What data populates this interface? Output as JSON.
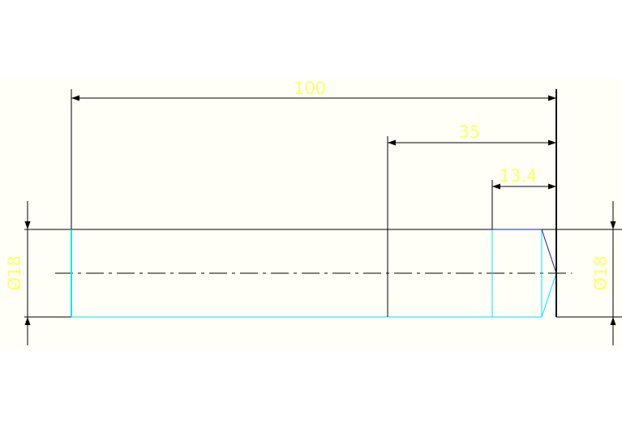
{
  "dimensions": {
    "overall_length": "100",
    "step_length": "35",
    "chamfer_length": "13.4",
    "diameter_left": "Ø18",
    "diameter_right": "Ø18"
  },
  "colors": {
    "background": "#ffffff",
    "drawing_area": "#fffff8",
    "outline": "#000000",
    "dimension_text": "#ffff66",
    "cyan_edge": "#00e5ee",
    "blue_edge": "#1a1aa0"
  }
}
